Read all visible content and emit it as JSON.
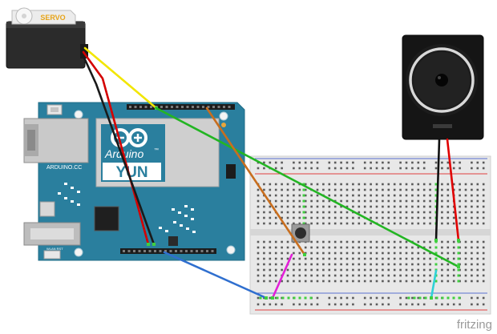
{
  "servo": {
    "label": "SERVO"
  },
  "board": {
    "brand": "Arduino",
    "tm": "™",
    "model": "YUN",
    "site": "ARDUINO.CC",
    "reset_label": "WLAN RST",
    "color": "#2a7f9e"
  },
  "breadboard": {
    "color": "#e7e7e7"
  },
  "speaker": {},
  "wires": [
    {
      "name": "wire-yellow",
      "color": "#f2e600"
    },
    {
      "name": "wire-red-servo",
      "color": "#d40000"
    },
    {
      "name": "wire-black-servo",
      "color": "#1a1a1a"
    },
    {
      "name": "wire-green",
      "color": "#23b523"
    },
    {
      "name": "wire-orange",
      "color": "#c86e1e"
    },
    {
      "name": "wire-blue",
      "color": "#2f6fcf"
    },
    {
      "name": "wire-magenta",
      "color": "#e21fd7"
    },
    {
      "name": "wire-cyan",
      "color": "#2fd1d6"
    },
    {
      "name": "wire-black-speaker",
      "color": "#111111"
    },
    {
      "name": "wire-red-speaker",
      "color": "#e00000"
    }
  ],
  "brand": "fritzing"
}
